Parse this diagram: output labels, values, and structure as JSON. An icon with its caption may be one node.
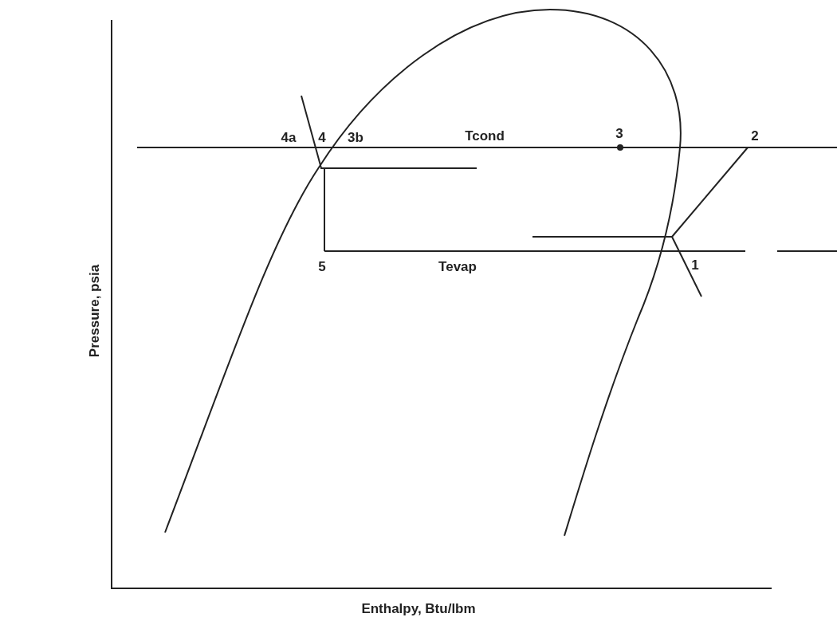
{
  "diagram": {
    "labels": [
      "4a",
      "4",
      "3b",
      "Tcond",
      "3",
      "2",
      "5",
      "Tevap",
      "1",
      "Pressure, psia",
      "Enthalpy, Btu/lbm"
    ]
  }
}
